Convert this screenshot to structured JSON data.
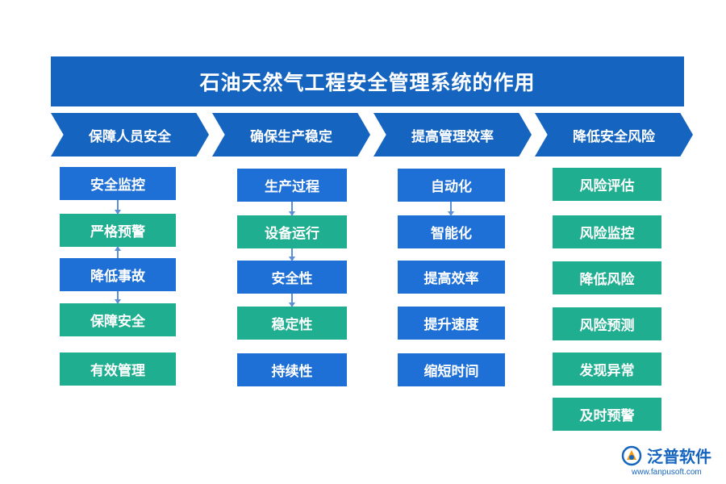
{
  "title": "石油天然气工程安全管理系统的作用",
  "columns": [
    {
      "header": "保障人员安全",
      "items": [
        {
          "label": "安全监控",
          "color": "blue"
        },
        {
          "label": "严格预警",
          "color": "teal"
        },
        {
          "label": "降低事故",
          "color": "blue"
        },
        {
          "label": "保障安全",
          "color": "teal"
        },
        {
          "label": "有效管理",
          "color": "teal"
        }
      ]
    },
    {
      "header": "确保生产稳定",
      "items": [
        {
          "label": "生产过程",
          "color": "blue"
        },
        {
          "label": "设备运行",
          "color": "teal"
        },
        {
          "label": "安全性",
          "color": "blue"
        },
        {
          "label": "稳定性",
          "color": "teal"
        },
        {
          "label": "持续性",
          "color": "blue"
        }
      ]
    },
    {
      "header": "提高管理效率",
      "items": [
        {
          "label": "自动化",
          "color": "blue"
        },
        {
          "label": "智能化",
          "color": "blue"
        },
        {
          "label": "提高效率",
          "color": "blue"
        },
        {
          "label": "提升速度",
          "color": "blue"
        },
        {
          "label": "缩短时间",
          "color": "blue"
        }
      ]
    },
    {
      "header": "降低安全风险",
      "items": [
        {
          "label": "风险评估",
          "color": "teal"
        },
        {
          "label": "风险监控",
          "color": "teal"
        },
        {
          "label": "降低风险",
          "color": "teal"
        },
        {
          "label": "风险预测",
          "color": "teal"
        },
        {
          "label": "发现异常",
          "color": "teal"
        },
        {
          "label": "及时预警",
          "color": "teal"
        }
      ]
    }
  ],
  "colors": {
    "title": "#1565c0",
    "blue": "#1e6fd6",
    "teal": "#1fae8f"
  },
  "logo": {
    "name": "泛普软件",
    "url": "www.fanpusoft.com"
  }
}
